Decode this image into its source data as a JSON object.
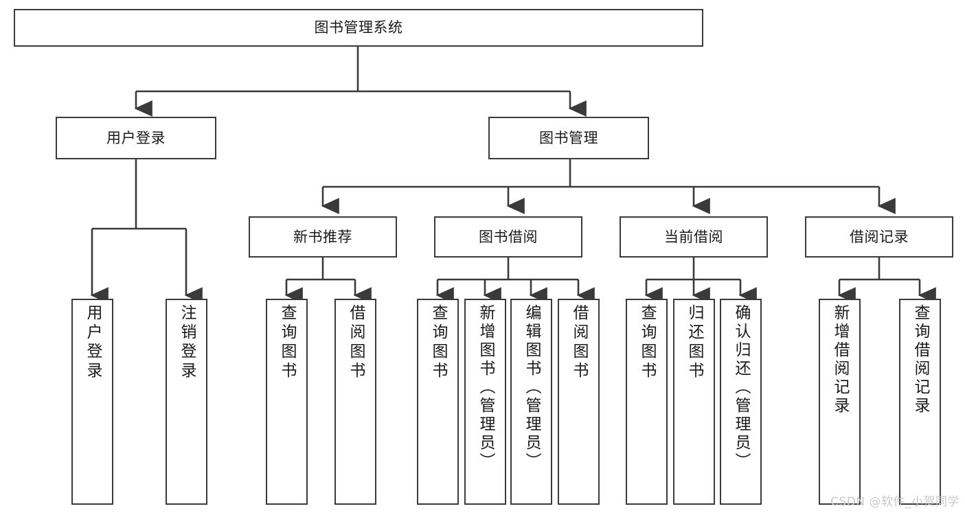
{
  "diagram": {
    "title": "图书管理系统",
    "type": "tree-hierarchy-chart",
    "stroke_color": "#3a3a3a",
    "fill_color": "#ffffff",
    "text_color": "#1a1a1a"
  },
  "root": {
    "label": "图书管理系统"
  },
  "level1": [
    {
      "label": "用户登录"
    },
    {
      "label": "图书管理"
    }
  ],
  "level2": [
    {
      "label": "新书推荐"
    },
    {
      "label": "图书借阅"
    },
    {
      "label": "当前借阅"
    },
    {
      "label": "借阅记录"
    }
  ],
  "leaves": {
    "user_login": [
      {
        "label": "用户登录"
      },
      {
        "label": "注销登录"
      }
    ],
    "new_book": [
      {
        "label": "查询图书"
      },
      {
        "label": "借阅图书"
      }
    ],
    "book_borrow": [
      {
        "label": "查询图书"
      },
      {
        "label": "新增图书（管理员）"
      },
      {
        "label": "编辑图书（管理员）"
      },
      {
        "label": "借阅图书"
      }
    ],
    "current_borrow": [
      {
        "label": "查询图书"
      },
      {
        "label": "归还图书"
      },
      {
        "label": "确认归还（管理员）"
      }
    ],
    "borrow_record": [
      {
        "label": "新增借阅记录"
      },
      {
        "label": "查询借阅记录"
      }
    ]
  },
  "watermark": {
    "text": "CSDN @软件_小贺同学"
  }
}
